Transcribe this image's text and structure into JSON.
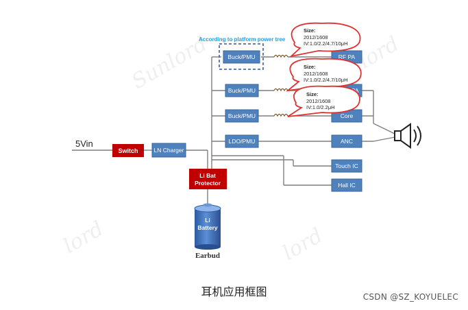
{
  "diagram": {
    "input_label": "5Vin",
    "platform_note": "According to platform power tree",
    "blocks": {
      "switch": "Switch",
      "charger": "LN Charger",
      "protector_line1": "Li Bat",
      "protector_line2": "Protector",
      "battery_line1": "Li",
      "battery_line2": "Battery",
      "battery_caption": "Earbud",
      "buck1": "Buck/PMU",
      "buck2": "Buck/PMU",
      "buck3": "Buck/PMU",
      "ldo": "LDO/PMU",
      "rfpa": "RF PA",
      "audiopa": "Audio PA",
      "core": "Core",
      "anc": "ANC",
      "touch": "Touch IC",
      "hall": "Hall IC"
    },
    "callouts": [
      {
        "size_label": "Size:",
        "size": "2012/1608",
        "spec": "IV:1.0/2.2/4.7/10μH"
      },
      {
        "size_label": "Size:",
        "size": "2012/1608",
        "spec": "IV:1.0/2.2/4.7/10μH"
      },
      {
        "size_label": "Size:",
        "size": "2012/1608",
        "spec": "IV:1.0/2.2μH"
      }
    ],
    "colors": {
      "blue_block": "#4f81bd",
      "red_block": "#c00000",
      "line": "#7f7f7f",
      "callout": "#e03030",
      "note": "#1fa0e0"
    }
  },
  "caption": "耳机应用框图",
  "credit": "CSDN @SZ_KOYUELEC"
}
